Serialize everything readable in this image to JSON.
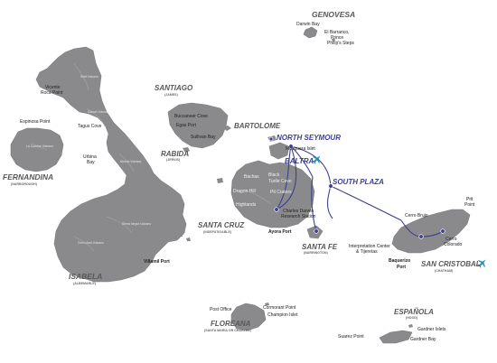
{
  "colors": {
    "land": "#8a8a8c",
    "route": "#3d3f8f",
    "airport": "#1e8fc0",
    "island_label": "#58585a"
  },
  "islands": {
    "genovesa": "GENOVESA",
    "santiago": {
      "name": "SANTIAGO",
      "alt": "(JAMES)"
    },
    "bartolome": "BARTOLOME",
    "north_seymour": "NORTH SEYMOUR",
    "baltra": "BALTRA",
    "rabida": {
      "name": "RABIDA",
      "alt": "(JERVIS)"
    },
    "south_plaza": "SOUTH PLAZA",
    "fernandina": {
      "name": "FERNANDINA",
      "alt": "(NARBOROUGH)"
    },
    "santa_cruz": {
      "name": "SANTA CRUZ",
      "alt": "(INDEFATIGABLE)"
    },
    "santa_fe": {
      "name": "SANTA FE",
      "alt": "(BARRINGTON)"
    },
    "san_cristobal": {
      "name": "SAN CRISTOBAL",
      "alt": "(CHATHAM)"
    },
    "isabela": {
      "name": "ISABELA",
      "alt": "(ALBEMARLE)"
    },
    "floreana": {
      "name": "FLOREANA",
      "alt": "(SANTA MARIA OR CHARLES)"
    },
    "espanola": {
      "name": "ESPAÑOLA",
      "alt": "(HOOD)"
    }
  },
  "sites": {
    "darwin_bay": "Darwin Bay",
    "el_barranco": "El Barranco,",
    "prince_philips_1": "Prince",
    "prince_philips_2": "Philip's Steps",
    "vicente_roca_1": "Vicente",
    "vicente_roca_2": "Roca Point",
    "espinosa_point": "Espinosa Point",
    "tagus_cove": "Tagus Cove",
    "urbina_bay_1": "Urbina",
    "urbina_bay_2": "Bay",
    "buccaneer_cove": "Buccaneer Cove",
    "egas_port": "Egas Port",
    "sullivan_bay": "Sullivan Bay",
    "mosquera_islet": "Mosquera Islet",
    "bachas": "Bachas",
    "black_turtle_cove_1": "Black",
    "black_turtle_cove_2": "Turtle Cove",
    "dragon_hill": "Dragon Hill",
    "pit_craters": "Pit Craters",
    "highlands": "Highlands",
    "cdrs_1": "Charles Darwin",
    "cdrs_2": "Research Station",
    "ayora_port": "Ayora Port",
    "villamil_port": "Villamil Port",
    "pitt_point_1": "Pitt",
    "pitt_point_2": "Point",
    "cerro_brujo": "Cerro Brujo",
    "cerro_colorado_1": "Cerro",
    "cerro_colorado_2": "Colorado",
    "interpretation_center_1": "Interpretation Center",
    "interpretation_center_2": "& Tijeretas",
    "baquerizo_port_1": "Baquerizo",
    "baquerizo_port_2": "Port",
    "post_office": "Post Office",
    "cormorant_point": "Cormorant Point",
    "champion_islet": "Champion Islet",
    "gardner_islets": "Gardner Islets",
    "suarez_point": "Suarez Point",
    "gardner_bay": "Gardner Bay"
  },
  "volcanoes": {
    "wolf": "Wolf Volcano",
    "darwin": "Darwin Volcano",
    "alcedo": "Alcedo Volcano",
    "sierra_negra": "Sierra Negra Volcano",
    "cerro_azul": "Cerro Azul Volcano",
    "la_cumbre": "La Cumbre Volcano"
  },
  "icons": {
    "airport": "airplane-icon",
    "stop": "route-stop-dot"
  }
}
